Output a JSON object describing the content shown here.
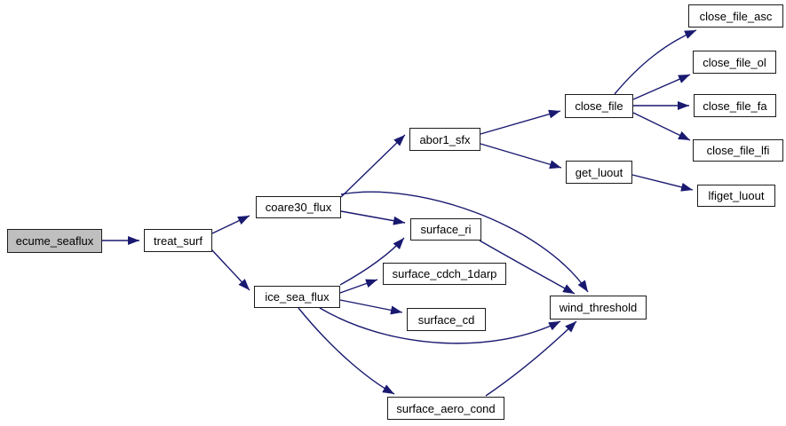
{
  "diagram": {
    "type": "call-graph",
    "nodes": {
      "ecume_seaflux": {
        "label": "ecume_seaflux",
        "highlighted": true
      },
      "treat_surf": {
        "label": "treat_surf"
      },
      "coare30_flux": {
        "label": "coare30_flux"
      },
      "ice_sea_flux": {
        "label": "ice_sea_flux"
      },
      "abor1_sfx": {
        "label": "abor1_sfx"
      },
      "close_file": {
        "label": "close_file"
      },
      "get_luout": {
        "label": "get_luout"
      },
      "close_file_asc": {
        "label": "close_file_asc"
      },
      "close_file_ol": {
        "label": "close_file_ol"
      },
      "close_file_fa": {
        "label": "close_file_fa"
      },
      "close_file_lfi": {
        "label": "close_file_lfi"
      },
      "lfiget_luout": {
        "label": "lfiget_luout"
      },
      "surface_ri": {
        "label": "surface_ri"
      },
      "surface_cdch_1darp": {
        "label": "surface_cdch_1darp"
      },
      "surface_cd": {
        "label": "surface_cd"
      },
      "surface_aero_cond": {
        "label": "surface_aero_cond"
      },
      "wind_threshold": {
        "label": "wind_threshold"
      }
    },
    "edges": [
      {
        "from": "ecume_seaflux",
        "to": "treat_surf"
      },
      {
        "from": "treat_surf",
        "to": "coare30_flux"
      },
      {
        "from": "treat_surf",
        "to": "ice_sea_flux"
      },
      {
        "from": "coare30_flux",
        "to": "abor1_sfx"
      },
      {
        "from": "coare30_flux",
        "to": "surface_ri"
      },
      {
        "from": "coare30_flux",
        "to": "wind_threshold"
      },
      {
        "from": "ice_sea_flux",
        "to": "surface_ri"
      },
      {
        "from": "ice_sea_flux",
        "to": "surface_cdch_1darp"
      },
      {
        "from": "ice_sea_flux",
        "to": "surface_cd"
      },
      {
        "from": "ice_sea_flux",
        "to": "wind_threshold"
      },
      {
        "from": "ice_sea_flux",
        "to": "surface_aero_cond"
      },
      {
        "from": "surface_ri",
        "to": "wind_threshold"
      },
      {
        "from": "surface_aero_cond",
        "to": "wind_threshold"
      },
      {
        "from": "abor1_sfx",
        "to": "close_file"
      },
      {
        "from": "abor1_sfx",
        "to": "get_luout"
      },
      {
        "from": "close_file",
        "to": "close_file_asc"
      },
      {
        "from": "close_file",
        "to": "close_file_ol"
      },
      {
        "from": "close_file",
        "to": "close_file_fa"
      },
      {
        "from": "close_file",
        "to": "close_file_lfi"
      },
      {
        "from": "get_luout",
        "to": "lfiget_luout"
      }
    ],
    "colors": {
      "edge": "#191970",
      "node_border": "#1c1c1c",
      "node_fill": "#ffffff",
      "highlight_fill": "#bfbfbf",
      "background": "#ffffff",
      "text": "#000000"
    }
  }
}
